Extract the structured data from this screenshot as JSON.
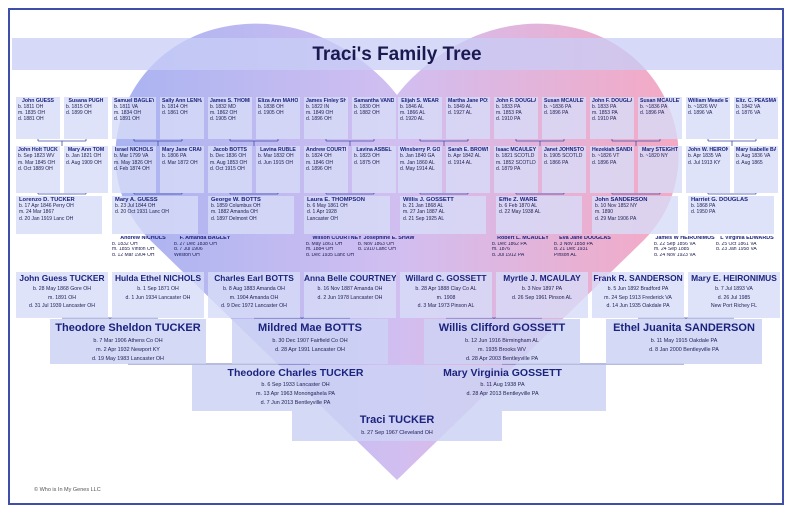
{
  "page": {
    "title": "Traci's Family Tree",
    "copyright": "© Who is In My Genes LLC"
  },
  "gen7": [
    {
      "name": "John GUESS",
      "lines": [
        "b. 1811 OH",
        "m. 1835 OH",
        "d. 1881 OH"
      ]
    },
    {
      "name": "Susana PUGH",
      "lines": [
        "b. 1815 OH",
        "d. 1899 OH"
      ]
    },
    {
      "name": "Samuel BAGLEY",
      "lines": [
        "b. 1811 VA",
        "m. 1834 OH",
        "d. 1891 OH"
      ]
    },
    {
      "name": "Sally Ann LENHART",
      "lines": [
        "b. 1814 OH",
        "d. 1861 OH"
      ]
    },
    {
      "name": "James S. THOMPSON",
      "lines": [
        "b. 1832 MD",
        "m. 1862 OH",
        "d. 1905 OH"
      ]
    },
    {
      "name": "Eliza Ann MAHON",
      "lines": [
        "b. 1838 OH",
        "d. 1905 OH"
      ]
    },
    {
      "name": "James Finley SHAW",
      "lines": [
        "b. 1822 IN",
        "m. 1849 OH",
        "d. 1896 OH"
      ]
    },
    {
      "name": "Samantha VANDEMARK",
      "lines": [
        "b. 1830 OH",
        "d. 1882 OH"
      ]
    },
    {
      "name": "Elijah S. WEAR",
      "lines": [
        "b. 1846 AL",
        "m. 1866 AL",
        "d. 1920 AL"
      ]
    },
    {
      "name": "Martha Jane POSEY",
      "lines": [
        "b. 1849 AL",
        "d. 1927 AL"
      ]
    },
    {
      "name": "John F. DOUGLAS",
      "lines": [
        "b. 1833 PA",
        "m. 1853 PA",
        "d. 1910 PA"
      ]
    },
    {
      "name": "Susan MCAULEY",
      "lines": [
        "b. ~1836 PA",
        "d. 1896 PA"
      ]
    },
    {
      "name": "John F. DOUGLAS",
      "lines": [
        "b. 1833 PA",
        "m. 1853 PA",
        "d. 1910 PA"
      ]
    },
    {
      "name": "Susan MCAULEY",
      "lines": [
        "b. ~1836 PA",
        "d. 1896 PA"
      ]
    },
    {
      "name": "William Meade EDWARDS",
      "lines": [
        "b. ~1826 WV",
        "d. 1896 VA"
      ]
    },
    {
      "name": "Eliz. C. PEASMAKER",
      "lines": [
        "b. 1842 VA",
        "d. 1876 VA"
      ]
    }
  ],
  "gen6": [
    {
      "name": "John Holt TUCKER",
      "lines": [
        "b. Sep 1823 WV",
        "m. Mar 1845 OH",
        "d. Oct 1889 OH"
      ]
    },
    {
      "name": "Mary Ann TOM",
      "lines": [
        "b. Jan 1821 OH",
        "d. Aug 1909 OH"
      ]
    },
    {
      "name": "Israel NICHOLS",
      "lines": [
        "b. Mar 1799 VA",
        "m. May 1826 OH",
        "d. Feb 1874 OH"
      ]
    },
    {
      "name": "Mary Jane CRAIG",
      "lines": [
        "b. 1806 PA",
        "d. Mar 1872 OH"
      ]
    },
    {
      "name": "Jacob BOTTS",
      "lines": [
        "b. Dec 1836 OH",
        "m. Aug 1853 OH",
        "d. Oct 1915 OH"
      ]
    },
    {
      "name": "Lavina RUBLE",
      "lines": [
        "b. Mar 1832 OH",
        "d. Jun 1915 OH"
      ]
    },
    {
      "name": "Andrew COURTNEY",
      "lines": [
        "b. 1824 OH",
        "m. 1846 OH",
        "d. 1896 OH"
      ]
    },
    {
      "name": "Lavina ASBEL",
      "lines": [
        "b. 1823 OH",
        "d. 1875 OH"
      ]
    },
    {
      "name": "Winsberry P. GOSSETT",
      "lines": [
        "b. Jan 1840 GA",
        "m. Jan 1860 AL",
        "d. May 1914 AL"
      ]
    },
    {
      "name": "Sarah E. BROWN",
      "lines": [
        "b. Apr 1842 AL",
        "d. 1914 AL"
      ]
    },
    {
      "name": "Isaac MCAULEY",
      "lines": [
        "b. 1821 SCOTLD",
        "m. 1852 SCOTLD",
        "d. 1879 PA"
      ]
    },
    {
      "name": "Janet JOHNSTON",
      "lines": [
        "b. 1905 SCOTLD",
        "d. 1866 PA"
      ]
    },
    {
      "name": "Hezekiah SANDERSON",
      "lines": [
        "b. ~1826 VT",
        "d. 1896 PA"
      ]
    },
    {
      "name": "Mary STEIGHT",
      "lines": [
        "b. ~1820 NY"
      ]
    },
    {
      "name": "John W. HEIRONIMUS",
      "lines": [
        "b. Apr 1835 VA",
        "d. Jul 1913 KY"
      ]
    },
    {
      "name": "Mary Isabelle BAGEANT",
      "lines": [
        "b. Aug 1836 VA",
        "d. Aug 1865"
      ]
    }
  ],
  "gen5": [
    {
      "name": "Lorenzo D. TUCKER",
      "lines": [
        "b. 17 Apr 1846 Perry OH",
        "m. 24 Mar 1867",
        "d. 20 Jan 1919 Lanc OH"
      ]
    },
    {
      "name": "Mary A. GUESS",
      "lines": [
        "b. 23 Jul 1844 OH",
        "d. 20 Oct 1931 Lanc OH"
      ]
    },
    {
      "name": "George W. BOTTS",
      "lines": [
        "b. 1859 Columbus OH",
        "m. 1882 Amanda OH",
        "d. 1897 Delmont OH"
      ]
    },
    {
      "name": "Laura E. THOMPSON",
      "lines": [
        "b. 6 May 1861 OH",
        "d. 1 Apr 1928",
        "Lancaster OH"
      ]
    },
    {
      "name": "Willis J. GOSSETT",
      "lines": [
        "b. 21 Jan 1868 AL",
        "m. 27 Jan 1887 AL",
        "d. 21 Sep 1925 AL"
      ]
    },
    {
      "name": "Effie Z. WARE",
      "lines": [
        "b. 6 Feb 1870 AL",
        "d. 22 May 1938 AL"
      ]
    },
    {
      "name": "John SANDERSON",
      "lines": [
        "b. 10 Nov 1852 NY",
        "m. 1890",
        "d. 29 Mar 1906 PA"
      ]
    },
    {
      "name": "Harriet G. DOUGLAS",
      "lines": [
        "b. 1868 PA",
        "d. 1950 PA"
      ]
    }
  ],
  "gen4": [
    {
      "name": "Andrew NICHOLS",
      "lines": [
        "b. 1832 OH",
        "m. 1855 Vinton OH",
        "d. 12 Mar 1904 OH"
      ]
    },
    {
      "name": "F. Amanda BAGLEY",
      "lines": [
        "b. 27 Dec 1838 OH",
        "d. 7 Jul 1906",
        "Weston OH"
      ]
    },
    {
      "name": "Wilson COURTNEY",
      "lines": [
        "b. May 1861 OH",
        "m. 1884 OH",
        "d. Dec 1935 Lanc OH"
      ]
    },
    {
      "name": "Josephine E. SHAW",
      "lines": [
        "b. Nov 1863 OH",
        "d. 1910 Lanc OH"
      ]
    },
    {
      "name": "Robert L. MCAULEY",
      "lines": [
        "b. Dec 1862 PA",
        "m. 1876",
        "d. Jul 1912 PA"
      ]
    },
    {
      "name": "Eva Jane DOUGLAS",
      "lines": [
        "b. 3 Nov 1858 PA",
        "d. 21 Dec 1931",
        "Pinson AL"
      ]
    },
    {
      "name": "James W HEIRONIMUS",
      "lines": [
        "b. 22 Sep 1856 VA",
        "m. 24 Sep 1885",
        "d. 24 Nov 1923 VA"
      ]
    },
    {
      "name": "L Virginia EDWARDS",
      "lines": [
        "b. 25 Oct 1861 VA",
        "d. 23 Jan 1958 VA"
      ]
    }
  ],
  "gen3": [
    {
      "name": "John Guess TUCKER",
      "lines": [
        "b. 28 May 1868 Gore OH",
        "m. 1891 OH",
        "d. 31 Jul 1939 Lancaster OH"
      ]
    },
    {
      "name": "Hulda Ethel NICHOLS",
      "lines": [
        "b. 1 Sep 1871 OH",
        "d. 1 Jun 1934 Lancaster OH"
      ]
    },
    {
      "name": "Charles Earl BOTTS",
      "lines": [
        "b. 8 Aug 1883 Amanda OH",
        "m. 1904 Amanda OH",
        "d. 9 Dec 1972 Lancaster OH"
      ]
    },
    {
      "name": "Anna Belle COURTNEY",
      "lines": [
        "b. 16 Nov 1887 Amanda OH",
        "d. 2 Jun 1978 Lancaster OH"
      ]
    },
    {
      "name": "Willard C. GOSSETT",
      "lines": [
        "b. 28 Apr 1888 Clay Co AL",
        "m. 1908",
        "d. 3 Mar 1973 Pinson AL"
      ]
    },
    {
      "name": "Myrtle J. MCAULAY",
      "lines": [
        "b. 3 Nov 1897 PA",
        "d. 26 Sep 1961 Pinson AL"
      ]
    },
    {
      "name": "Frank R. SANDERSON",
      "lines": [
        "b. 5 Jun 1892 Bradford PA",
        "m. 24 Sep 1913 Frederick VA",
        "d. 14 Jun 1935 Oakdale PA"
      ]
    },
    {
      "name": "Mary E. HEIRONIMUS",
      "lines": [
        "b. 7 Jul 1893 VA",
        "d. 26 Jul 1985",
        "New Port Richey FL"
      ]
    }
  ],
  "gen2": [
    {
      "name": "Theodore Sheldon TUCKER",
      "lines": [
        "b. 7 Mar 1906 Athens Co OH",
        "m. 2 Apr 1932 Newport KY",
        "d. 19 May 1983 Lancaster OH"
      ]
    },
    {
      "name": "Mildred Mae BOTTS",
      "lines": [
        "b. 30 Dec 1907 Fairfield Co OH",
        "d. 28 Apr 1991 Lancaster OH"
      ]
    },
    {
      "name": "Willis Clifford GOSSETT",
      "lines": [
        "b. 12 Jun 1916 Birmingham AL",
        "m. 1935 Brooks WV",
        "d. 28 Apr 2003 Bentleyville PA"
      ]
    },
    {
      "name": "Ethel Juanita SANDERSON",
      "lines": [
        "b. 11 May 1915 Oakdale PA",
        "d. 8 Jan 2000 Bentleyville PA"
      ]
    }
  ],
  "gen1": [
    {
      "name": "Theodore Charles TUCKER",
      "lines": [
        "b. 6 Sep 1933 Lancaster OH",
        "m. 13 Apr 1963 Monongahela PA",
        "d. 7 Jun 2013 Bentleyville PA"
      ]
    },
    {
      "name": "Mary Virginia GOSSETT",
      "lines": [
        "b. 11 Aug 1938 PA",
        "d. 28 Apr 2013 Bentleyville PA"
      ]
    }
  ],
  "gen0": {
    "name": "Traci TUCKER",
    "lines": [
      "b. 27 Sep 1967 Cleveland OH"
    ]
  }
}
